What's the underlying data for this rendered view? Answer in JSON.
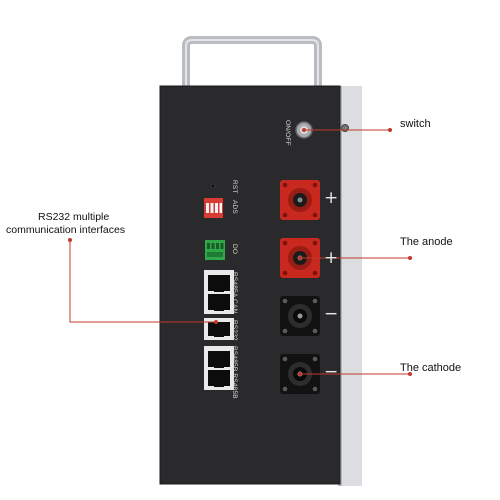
{
  "callouts": {
    "switch": "switch",
    "anode": "The anode",
    "cathode": "The cathode",
    "rs232_line1": "RS232 multiple",
    "rs232_line2": "communication interfaces"
  },
  "panel_labels": {
    "on_off": "ON/OFF",
    "rst": "RST",
    "ads": "ADS",
    "do": "DO",
    "rs485a_can": "RS485A CAN",
    "rs232": "RS232",
    "rs485b": "RS485B RS485B"
  },
  "terminal_signs": {
    "pos1": "+",
    "pos2": "+",
    "neg1": "−",
    "neg2": "−"
  },
  "colors": {
    "panel": "#2a2a2c",
    "accent_red": "#c8281e",
    "callout_line": "#c0392b",
    "handle": "#b9bcc0"
  }
}
